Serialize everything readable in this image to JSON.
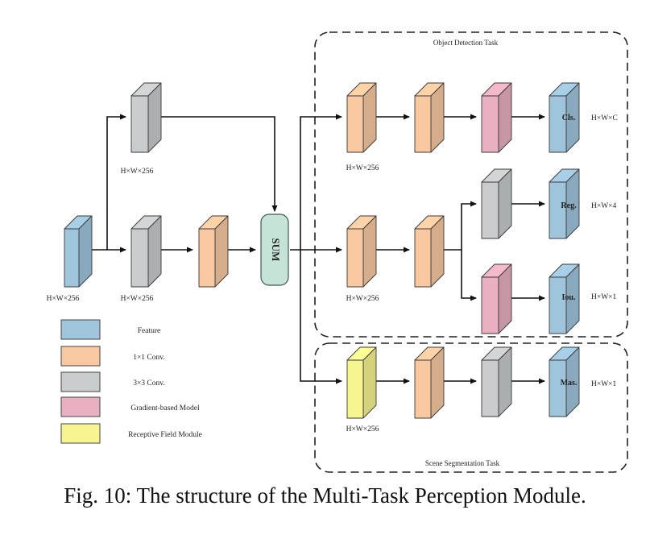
{
  "regions": {
    "detection_title": "Object Detection Task",
    "segmentation_title": "Scene Segmentation Task"
  },
  "sum_label": "SUM",
  "dims": {
    "input": "H×W×256",
    "branch_top": "H×W×256",
    "branch_mid": "H×W×256",
    "det_cls_branch": "H×W×256",
    "det_reg_branch": "H×W×256",
    "seg_branch": "H×W×256",
    "out_cls": "H×W×C",
    "out_reg": "H×W×4",
    "out_iou": "H×W×1",
    "out_mas": "H×W×1"
  },
  "outputs": {
    "cls": "Cls.",
    "reg": "Reg.",
    "iou": "Iou.",
    "mas": "Mas."
  },
  "legend": [
    {
      "key": "feature",
      "label": "Feature",
      "color": "#9fc5dd"
    },
    {
      "key": "conv1",
      "label": "1×1 Conv.",
      "color": "#f8c9a0"
    },
    {
      "key": "conv3",
      "label": "3×3 Conv.",
      "color": "#c8cccc"
    },
    {
      "key": "gradient",
      "label": "Gradient-based Model",
      "color": "#e8b0c0"
    },
    {
      "key": "rfm",
      "label": "Receptive Field Module",
      "color": "#f7f590"
    }
  ],
  "caption": "Fig. 10: The structure of the Multi-Task Perception Module."
}
